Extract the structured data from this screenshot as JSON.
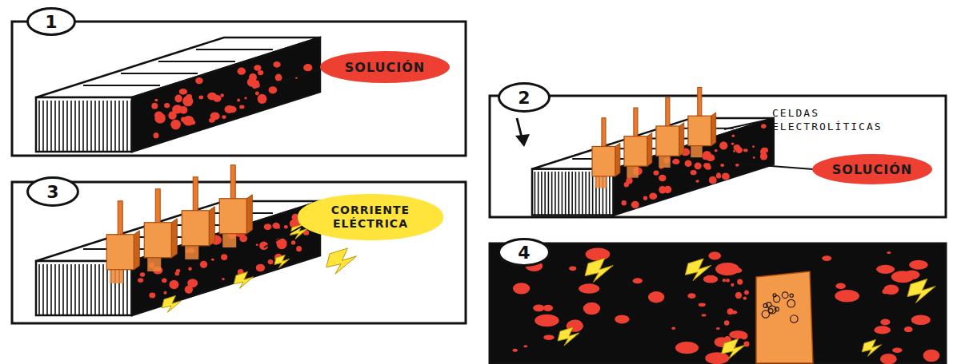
{
  "diagram": {
    "nodes": [
      {
        "text": [
          "1"
        ]
      },
      {
        "text": [
          "SOLUCIÓN"
        ]
      },
      {
        "text": [
          "2"
        ]
      },
      {
        "text": [
          "SOLUCIÓN"
        ]
      },
      {
        "text": [
          "3"
        ]
      },
      {
        "text": [
          "CORRIENTE ELÉCTRICA"
        ]
      },
      {
        "text": [
          "4"
        ]
      }
    ],
    "labels": [
      "CELDAS ELECTROLÍTICAS"
    ]
  }
}
